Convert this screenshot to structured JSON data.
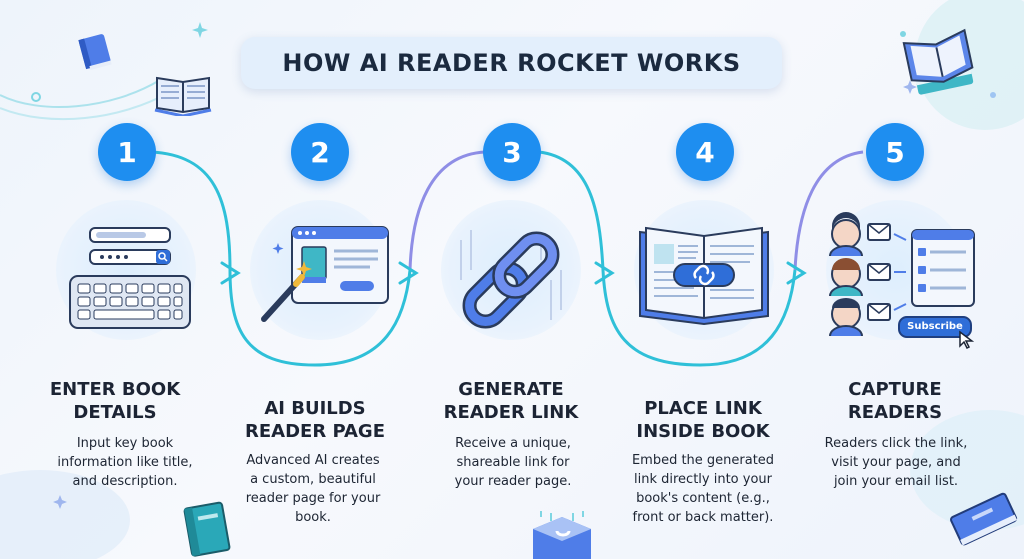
{
  "title": "HOW AI READER ROCKET WORKS",
  "steps": [
    {
      "number": "1",
      "heading_lines": [
        "ENTER BOOK",
        "DETAILS"
      ],
      "desc_lines": [
        "Input key book",
        "information like title,",
        "and description."
      ]
    },
    {
      "number": "2",
      "heading_lines": [
        "AI BUILDS",
        "READER PAGE"
      ],
      "desc_lines": [
        "Advanced AI creates",
        "a custom, beautiful",
        "reader page for your",
        "book."
      ]
    },
    {
      "number": "3",
      "heading_lines": [
        "GENERATE",
        "READER LINK"
      ],
      "desc_lines": [
        "Receive a unique,",
        "shareable link for",
        "your reader page."
      ]
    },
    {
      "number": "4",
      "heading_lines": [
        "PLACE LINK",
        "INSIDE BOOK"
      ],
      "desc_lines": [
        "Embed the generated",
        "link directly into your",
        "book's content (e.g.,",
        "front or back matter)."
      ]
    },
    {
      "number": "5",
      "heading_lines": [
        "CAPTURE",
        "READERS"
      ],
      "desc_lines": [
        "Readers click the link,",
        "visit your page, and",
        "join your email list."
      ]
    }
  ],
  "subscribe_label": "Subscribe",
  "colors": {
    "accent": "#1e8ef0",
    "connector_teal": "#2fc0d8",
    "connector_purple": "#8f8ee6"
  }
}
